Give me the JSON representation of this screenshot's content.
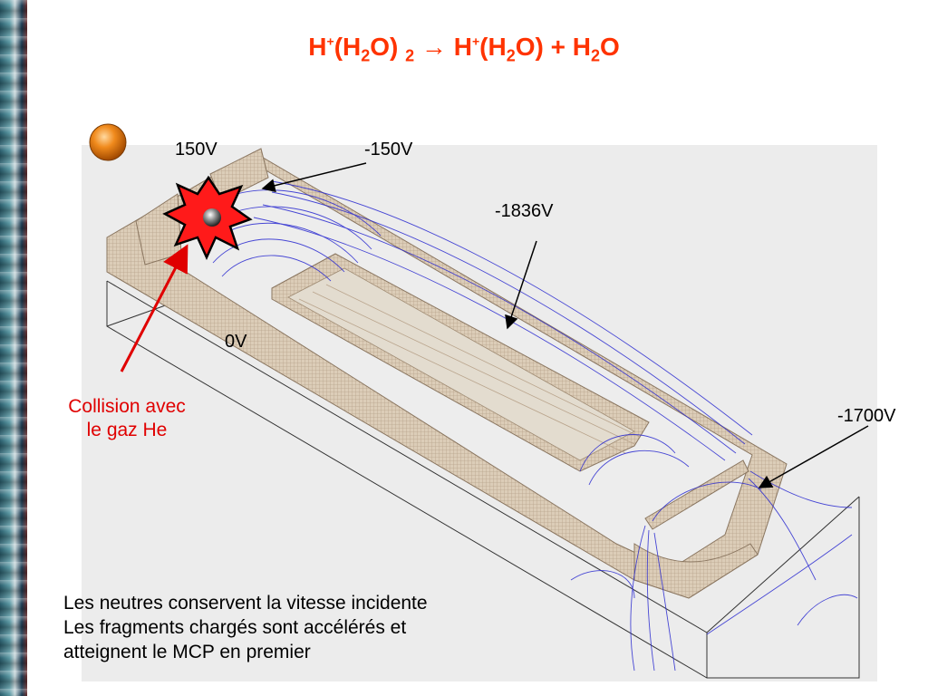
{
  "title": {
    "parts": [
      "H",
      "+",
      "(H",
      "2",
      "O) ",
      "2",
      " → ",
      "H",
      "+",
      "(H",
      "2",
      "O) + H",
      "2",
      "O"
    ]
  },
  "labels": {
    "v150": "150V",
    "vminus150": "-150V",
    "vminus1836": "-1836V",
    "v0": "0V",
    "vminus1700": "-1700V"
  },
  "collision": {
    "line1": "Collision avec",
    "line2": "le gaz He"
  },
  "notes": [
    "Les neutres conservent la vitesse incidente",
    "Les fragments chargés sont accélérés et",
    "atteignent le MCP en premier"
  ],
  "colors": {
    "title": "#ff3300",
    "collision": "#e00000",
    "field_lines": "#2a2ad0",
    "electrode": "#d8c8b4",
    "background_panel": "#ececec"
  }
}
